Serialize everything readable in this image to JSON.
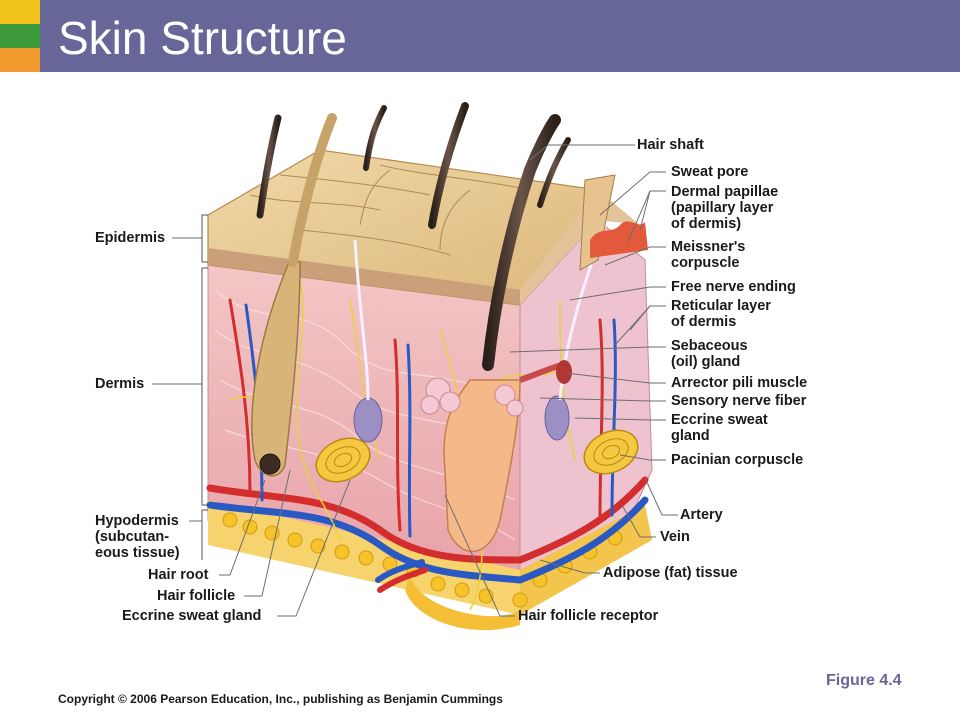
{
  "slide": {
    "title": "Skin Structure",
    "figure": "Figure 4.4",
    "copyright": "Copyright © 2006 Pearson Education, Inc., publishing as Benjamin Cummings"
  },
  "colors": {
    "header": "#666699",
    "accent_yellow": "#f2c31b",
    "accent_green": "#3e9b3b",
    "accent_orange": "#f29b2e"
  },
  "labels": {
    "left": [
      "Epidermis",
      "Dermis",
      "Hypodermis\n(subcutan-\neous tissue)",
      "Hair root",
      "Hair follicle",
      "Eccrine sweat gland"
    ],
    "right": [
      "Hair shaft",
      "Sweat pore",
      "Dermal papillae\n(papillary layer\nof dermis)",
      "Meissner's\ncorpuscle",
      "Free nerve ending",
      "Reticular layer\nof dermis",
      "Sebaceous\n(oil) gland",
      "Arrector pili muscle",
      "Sensory nerve fiber",
      "Eccrine sweat\ngland",
      "Pacinian corpuscle",
      "Artery",
      "Vein",
      "Adipose (fat) tissue",
      "Hair follicle receptor"
    ]
  }
}
